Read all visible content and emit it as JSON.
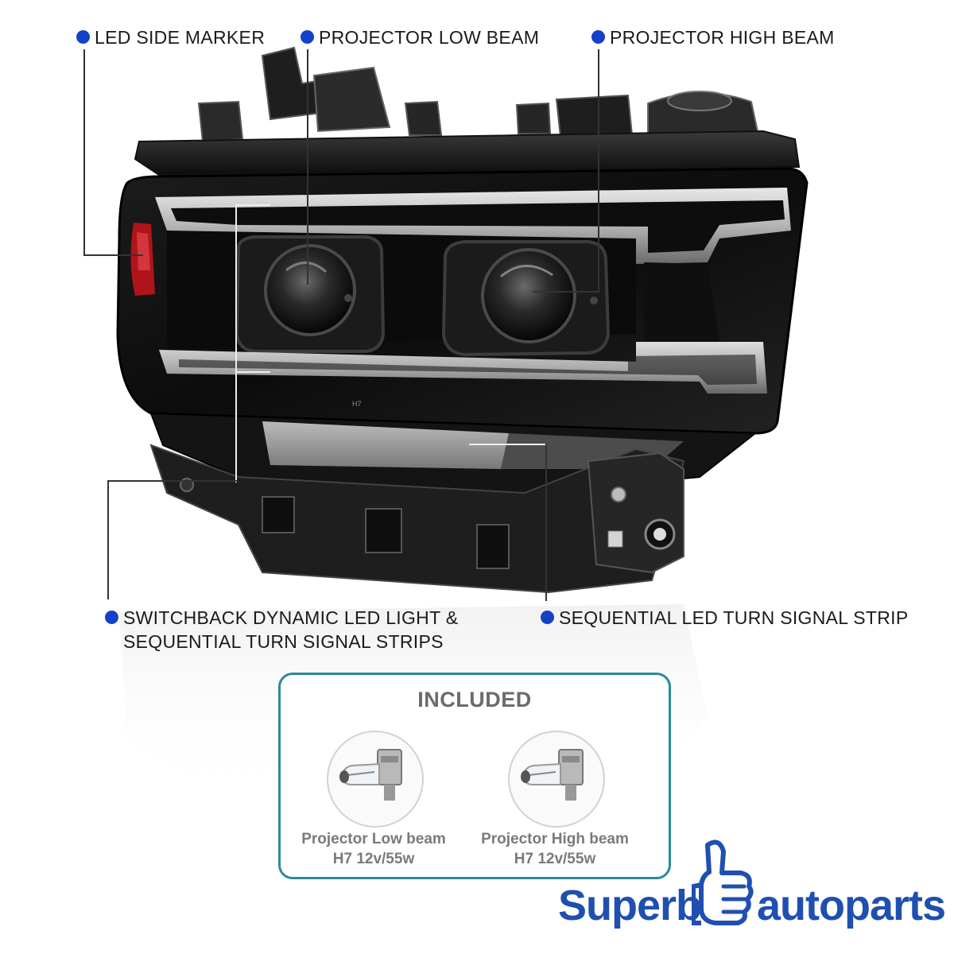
{
  "callouts": [
    {
      "key": "led_side_marker",
      "text": "LED SIDE MARKER"
    },
    {
      "key": "projector_low_beam",
      "text": "PROJECTOR LOW BEAM"
    },
    {
      "key": "projector_high_beam",
      "text": "PROJECTOR HIGH BEAM"
    },
    {
      "key": "switchback",
      "line1": "SWITCHBACK DYNAMIC LED LIGHT &",
      "line2": "SEQUENTIAL TURN SIGNAL STRIPS"
    },
    {
      "key": "sequential_strip",
      "text": "SEQUENTIAL LED TURN SIGNAL STRIP"
    }
  ],
  "included": {
    "title": "INCLUDED",
    "items": [
      {
        "line1": "Projector Low beam",
        "line2": "H7 12v/55w"
      },
      {
        "line1": "Projector High beam",
        "line2": "H7 12v/55w"
      }
    ]
  },
  "housing_marking": "H7",
  "brand": {
    "part1": "Superb",
    "part2": "autoparts"
  },
  "colors": {
    "dot": "#1540c8",
    "accent_border": "#2a8c96",
    "brand_blue": "#1f4fb0"
  },
  "icons": [
    "headlight-image",
    "h7-bulb-icon",
    "thumbs-up-logo"
  ]
}
